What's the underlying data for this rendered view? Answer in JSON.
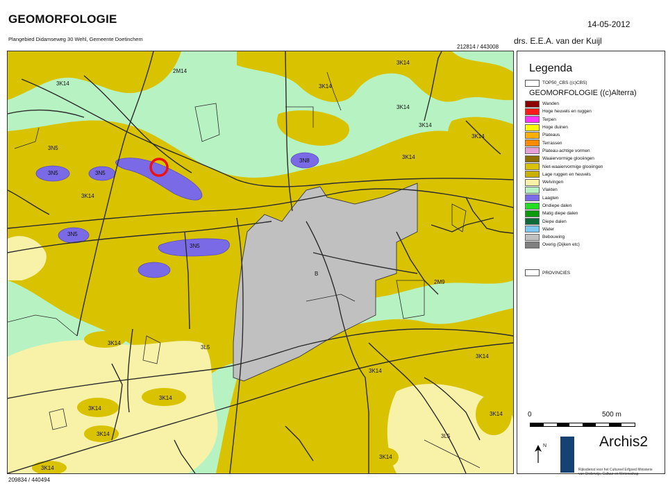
{
  "header": {
    "title": "GEOMORFOLOGIE",
    "subtitle": "Plangebied Didamseweg 30 Wehl, Gemeente Doetinchem",
    "date": "14-05-2012",
    "author": "drs. E.E.A. van der Kuijl",
    "coord_top": "212814 / 443008",
    "coord_bottom": "209834 / 440494"
  },
  "map": {
    "labels": [
      "3K14",
      "2M14",
      "3K14",
      "3K14",
      "3K14",
      "3K14",
      "3N5",
      "3N5",
      "3N5",
      "3K14",
      "3N8",
      "3K14",
      "3N5",
      "3N5",
      "B",
      "2M9",
      "3K14",
      "3L5",
      "3K14",
      "3K14",
      "3K14",
      "3K14",
      "3K14",
      "3K14",
      "3L5",
      "3K14",
      "3K14",
      "3K14"
    ],
    "colors": {
      "vlakten": "#b7f2c2",
      "niet_waaiervormig": "#d9c300",
      "laagten": "#7b6ae6",
      "welvingen": "#f8f1a8",
      "bebouwing": "#c0c0c0",
      "roads": "#2b2b2b",
      "marker": "#ee1111"
    }
  },
  "legend": {
    "title": "Legenda",
    "top50": "TOP50_CBS ((c)CBS)",
    "section": "GEOMORFOLOGIE ((c)Alterra)",
    "items": [
      {
        "label": "Wanden",
        "color": "#8b0000"
      },
      {
        "label": "Hoge heuvels en ruggen",
        "color": "#ff1a1a"
      },
      {
        "label": "Terpen",
        "color": "#ff33ff"
      },
      {
        "label": "Hoge duinen",
        "color": "#ffff00"
      },
      {
        "label": "Plateaus",
        "color": "#ffb000"
      },
      {
        "label": "Terrassen",
        "color": "#ff8c00"
      },
      {
        "label": "Plateau-achtige vormen",
        "color": "#e6a0d8"
      },
      {
        "label": "Waaiervormige glooiingen",
        "color": "#8b6f00"
      },
      {
        "label": "Niet-waaiervormige glooiingen",
        "color": "#d9c300"
      },
      {
        "label": "Lage ruggen en heuvels",
        "color": "#c9b000"
      },
      {
        "label": "Welvingen",
        "color": "#f8f1a8"
      },
      {
        "label": "Vlakten",
        "color": "#b7f2c2"
      },
      {
        "label": "Laagten",
        "color": "#7b6ae6"
      },
      {
        "label": "Ondiepe dalen",
        "color": "#22dd22"
      },
      {
        "label": "Matig diepe dalen",
        "color": "#0a9a0a"
      },
      {
        "label": "Diepe dalen",
        "color": "#0b6b3a"
      },
      {
        "label": "Water",
        "color": "#7fc8ef"
      },
      {
        "label": "Bebouwing",
        "color": "#c0c0c0"
      },
      {
        "label": "Overig (Dijken etc)",
        "color": "#808080"
      }
    ],
    "provincies": "PROVINCIES"
  },
  "scale": {
    "start": "0",
    "end": "500 m"
  },
  "north_label": "N",
  "brand": {
    "name": "Archis2",
    "ministry": "Rijksdienst voor het Cultureel Erfgoed Ministerie van Onderwijs, Cultuur en Wetenschap"
  }
}
